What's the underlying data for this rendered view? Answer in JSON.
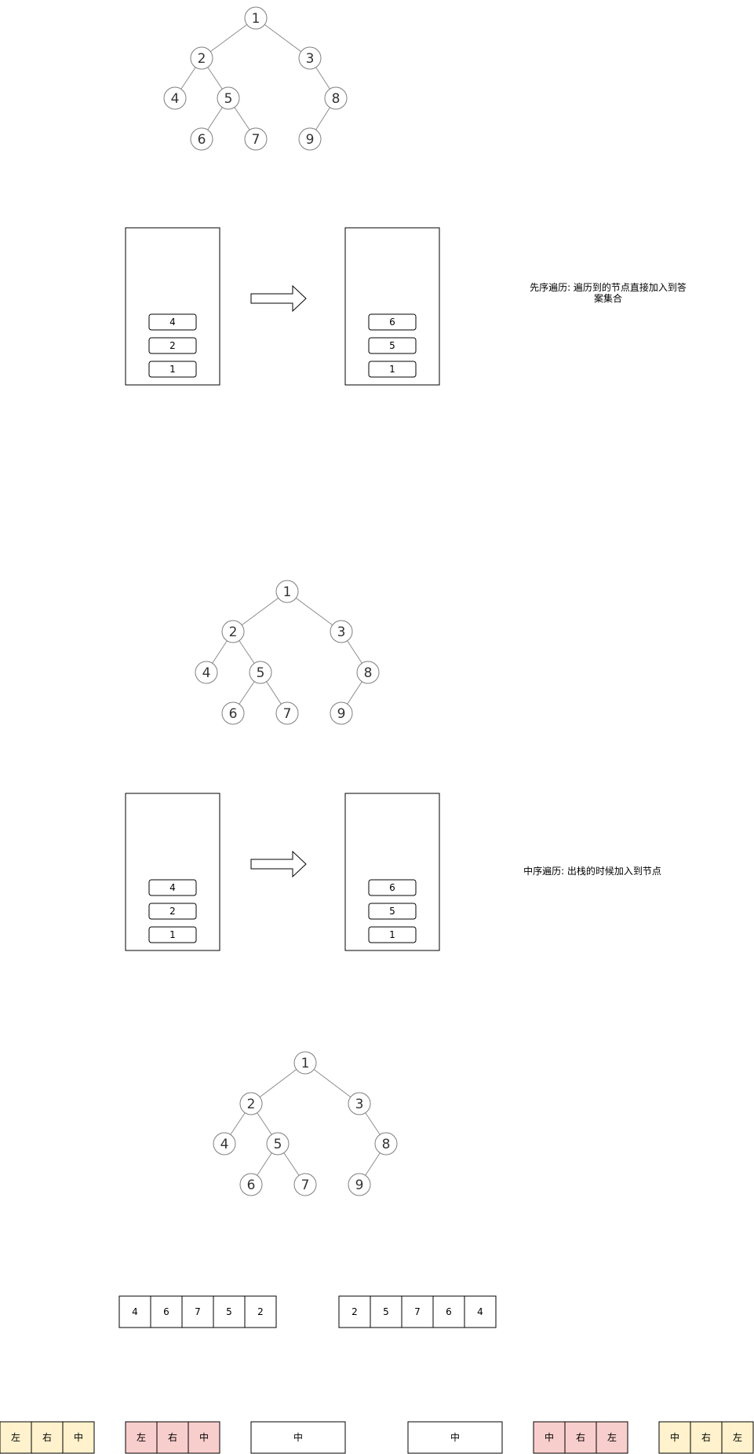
{
  "trees": [
    {
      "nodes": [
        "1",
        "2",
        "3",
        "4",
        "5",
        "8",
        "6",
        "7",
        "9"
      ]
    },
    {
      "nodes": [
        "1",
        "2",
        "3",
        "4",
        "5",
        "8",
        "6",
        "7",
        "9"
      ]
    },
    {
      "nodes": [
        "1",
        "2",
        "3",
        "4",
        "5",
        "8",
        "6",
        "7",
        "9"
      ]
    }
  ],
  "stack_panels": [
    {
      "left_items": [
        "4",
        "2",
        "1"
      ],
      "right_items": [
        "6",
        "5",
        "1"
      ],
      "note": "先序遍历: 遍历到的节点直接加入到答案集合"
    },
    {
      "left_items": [
        "4",
        "2",
        "1"
      ],
      "right_items": [
        "6",
        "5",
        "1"
      ],
      "note": "中序遍历: 出栈的时候加入到节点"
    }
  ],
  "sequences": {
    "left": [
      "4",
      "6",
      "7",
      "5",
      "2"
    ],
    "right": [
      "2",
      "5",
      "7",
      "6",
      "4"
    ]
  },
  "order_groups": [
    {
      "cells": [
        "左",
        "右",
        "中"
      ],
      "color": "#fff2cc",
      "border": "#d6b656"
    },
    {
      "cells": [
        "左",
        "右",
        "中"
      ],
      "color": "#f8cecc",
      "border": "#b85450"
    },
    {
      "cells": [
        "中"
      ],
      "color": "#ffffff",
      "border": "#000000"
    },
    {
      "cells": [
        "中"
      ],
      "color": "#ffffff",
      "border": "#000000"
    },
    {
      "cells": [
        "中",
        "右",
        "左"
      ],
      "color": "#f8cecc",
      "border": "#b85450"
    },
    {
      "cells": [
        "中",
        "右",
        "左"
      ],
      "color": "#fff2cc",
      "border": "#d6b656"
    }
  ]
}
